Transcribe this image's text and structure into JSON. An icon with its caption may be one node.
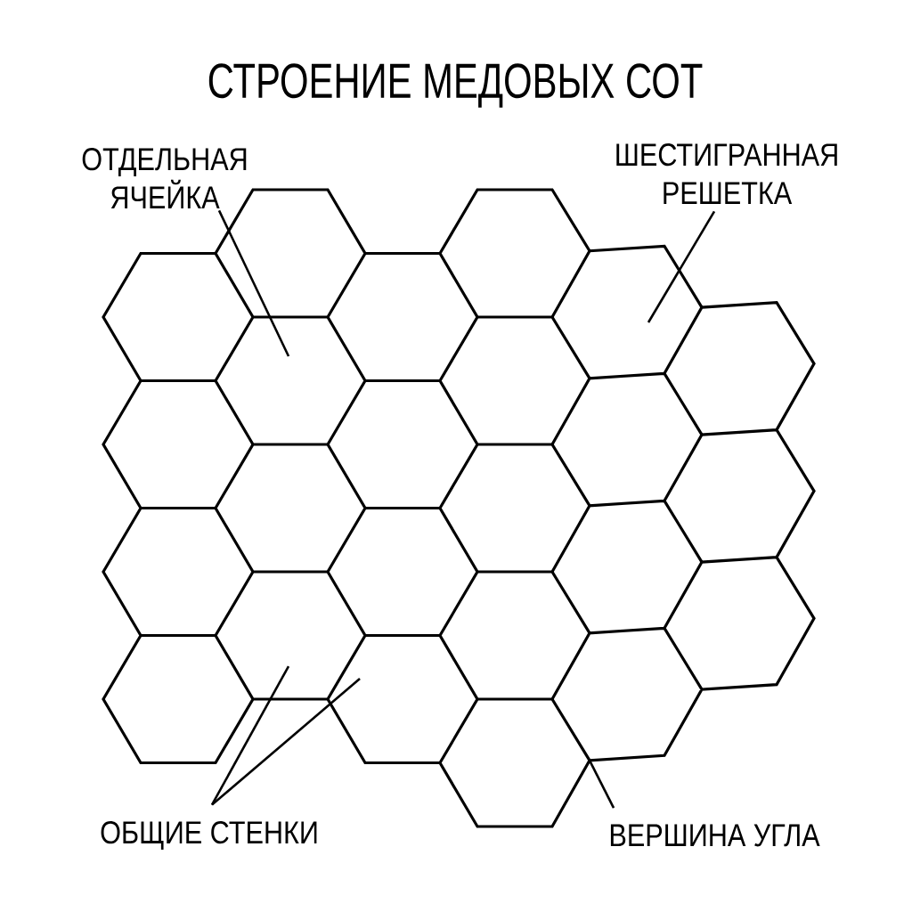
{
  "diagram": {
    "title": "СТРОЕНИЕ МЕДОВЫХ СОТ",
    "nodes": [
      {
        "text": [
          "ОТДЕЛЬНАЯ ЯЧЕЙКА"
        ]
      },
      {
        "text": [
          "ШЕСТИГРАННАЯ РЕШЕТКА"
        ]
      },
      {
        "text": [
          "ОБЩИЕ СТЕНКИ"
        ]
      },
      {
        "text": [
          "ВЕРШИНА УГЛА"
        ]
      }
    ],
    "edges": [
      {
        "from": 0,
        "to": null,
        "arrow": "none"
      },
      {
        "from": 1,
        "to": null,
        "arrow": "none"
      },
      {
        "from": 2,
        "to": null,
        "arrow": "none"
      },
      {
        "from": 2,
        "to": null,
        "arrow": "none"
      },
      {
        "from": 3,
        "to": null,
        "arrow": "none"
      }
    ]
  }
}
